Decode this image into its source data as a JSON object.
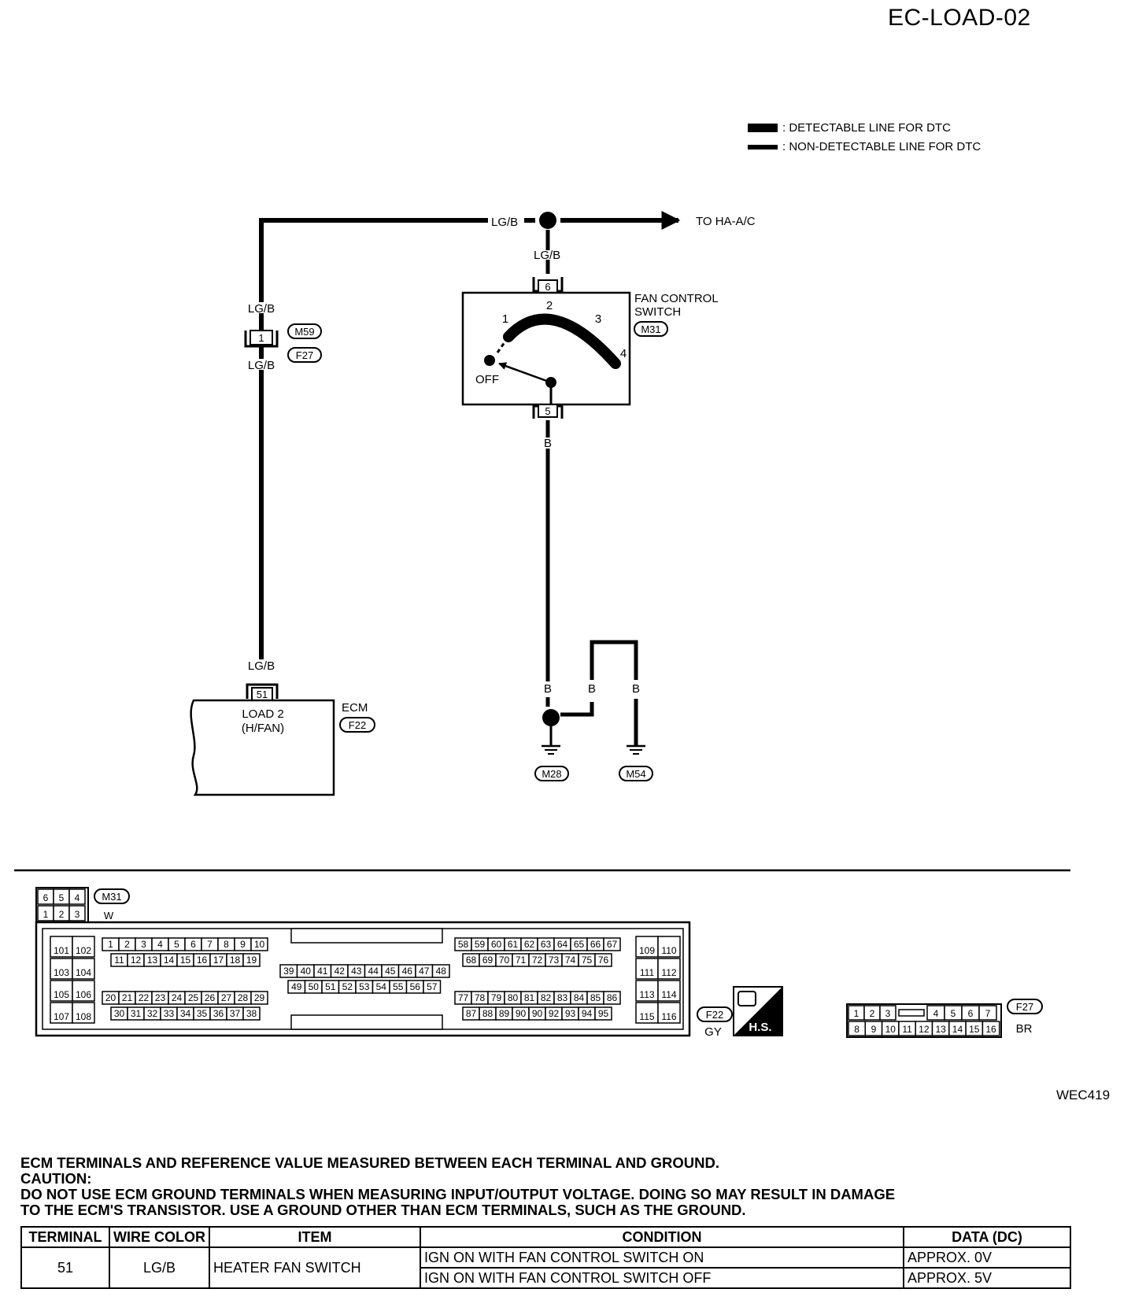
{
  "page_title": "EC-LOAD-02",
  "figure_code": "WEC419",
  "legend": {
    "detectable": ": DETECTABLE LINE FOR DTC",
    "non_detectable": ": NON-DETECTABLE LINE FOR DTC"
  },
  "diagram": {
    "wire_lgb": "LG/B",
    "wire_b": "B",
    "to_ha": "TO HA-A/C",
    "fan_switch": {
      "title_line1": "FAN CONTROL",
      "title_line2": "SWITCH",
      "connector": "M31",
      "positions": [
        "1",
        "2",
        "3",
        "4"
      ],
      "off_label": "OFF",
      "pin_in": "6",
      "pin_out": "5"
    },
    "joint_connector": {
      "pin": "1",
      "connectors": [
        "M59",
        "F27"
      ]
    },
    "ecm": {
      "title": "ECM",
      "connector": "F22",
      "pin": "51",
      "label_line1": "LOAD 2",
      "label_line2": "(H/FAN)"
    },
    "grounds": [
      "M28",
      "M54"
    ]
  },
  "connectors": {
    "m31": {
      "id": "M31",
      "color": "W",
      "row1": [
        "6",
        "5",
        "4"
      ],
      "row2": [
        "1",
        "2",
        "3"
      ]
    },
    "f22": {
      "id": "F22",
      "color": "GY",
      "left_block": [
        "101",
        "102",
        "103",
        "104",
        "105",
        "106",
        "107",
        "108"
      ],
      "block_a_row1": [
        "1",
        "2",
        "3",
        "4",
        "5",
        "6",
        "7",
        "8",
        "9",
        "10"
      ],
      "block_a_row2": [
        "11",
        "12",
        "13",
        "14",
        "15",
        "16",
        "17",
        "18",
        "19"
      ],
      "block_b_row1": [
        "20",
        "21",
        "22",
        "23",
        "24",
        "25",
        "26",
        "27",
        "28",
        "29"
      ],
      "block_b_row2": [
        "30",
        "31",
        "32",
        "33",
        "34",
        "35",
        "36",
        "37",
        "38"
      ],
      "block_c_row1": [
        "39",
        "40",
        "41",
        "42",
        "43",
        "44",
        "45",
        "46",
        "47",
        "48"
      ],
      "block_c_row2": [
        "49",
        "50",
        "51",
        "52",
        "53",
        "54",
        "55",
        "56",
        "57"
      ],
      "block_d_row1": [
        "58",
        "59",
        "60",
        "61",
        "62",
        "63",
        "64",
        "65",
        "66",
        "67"
      ],
      "block_d_row2": [
        "68",
        "69",
        "70",
        "71",
        "72",
        "73",
        "74",
        "75",
        "76"
      ],
      "block_e_row1": [
        "77",
        "78",
        "79",
        "80",
        "81",
        "82",
        "83",
        "84",
        "85",
        "86"
      ],
      "block_e_row2": [
        "87",
        "88",
        "89",
        "90",
        "90",
        "92",
        "93",
        "94",
        "95"
      ],
      "right_block": [
        "109",
        "110",
        "111",
        "112",
        "113",
        "114",
        "115",
        "116"
      ]
    },
    "hs_label": "H.S.",
    "f27": {
      "id": "F27",
      "color": "BR",
      "row1": [
        "1",
        "2",
        "3",
        "",
        "4",
        "5",
        "6",
        "7"
      ],
      "row2": [
        "8",
        "9",
        "10",
        "11",
        "12",
        "13",
        "14",
        "15",
        "16"
      ]
    }
  },
  "notes": {
    "line1": "ECM TERMINALS AND REFERENCE VALUE MEASURED BETWEEN EACH TERMINAL AND GROUND.",
    "line2": "CAUTION:",
    "line3": "DO NOT USE ECM GROUND TERMINALS WHEN MEASURING INPUT/OUTPUT VOLTAGE. DOING SO MAY RESULT IN DAMAGE",
    "line4": "TO THE ECM'S TRANSISTOR. USE A GROUND OTHER THAN ECM TERMINALS, SUCH AS THE GROUND."
  },
  "table": {
    "headers": [
      "TERMINAL",
      "WIRE COLOR",
      "ITEM",
      "CONDITION",
      "DATA (DC)"
    ],
    "terminal": "51",
    "wire_color": "LG/B",
    "item": "HEATER FAN SWITCH",
    "condition_on": "IGN ON WITH FAN CONTROL SWITCH ON",
    "data_on": "APPROX. 0V",
    "condition_off": "IGN ON WITH FAN CONTROL SWITCH OFF",
    "data_off": "APPROX. 5V"
  }
}
